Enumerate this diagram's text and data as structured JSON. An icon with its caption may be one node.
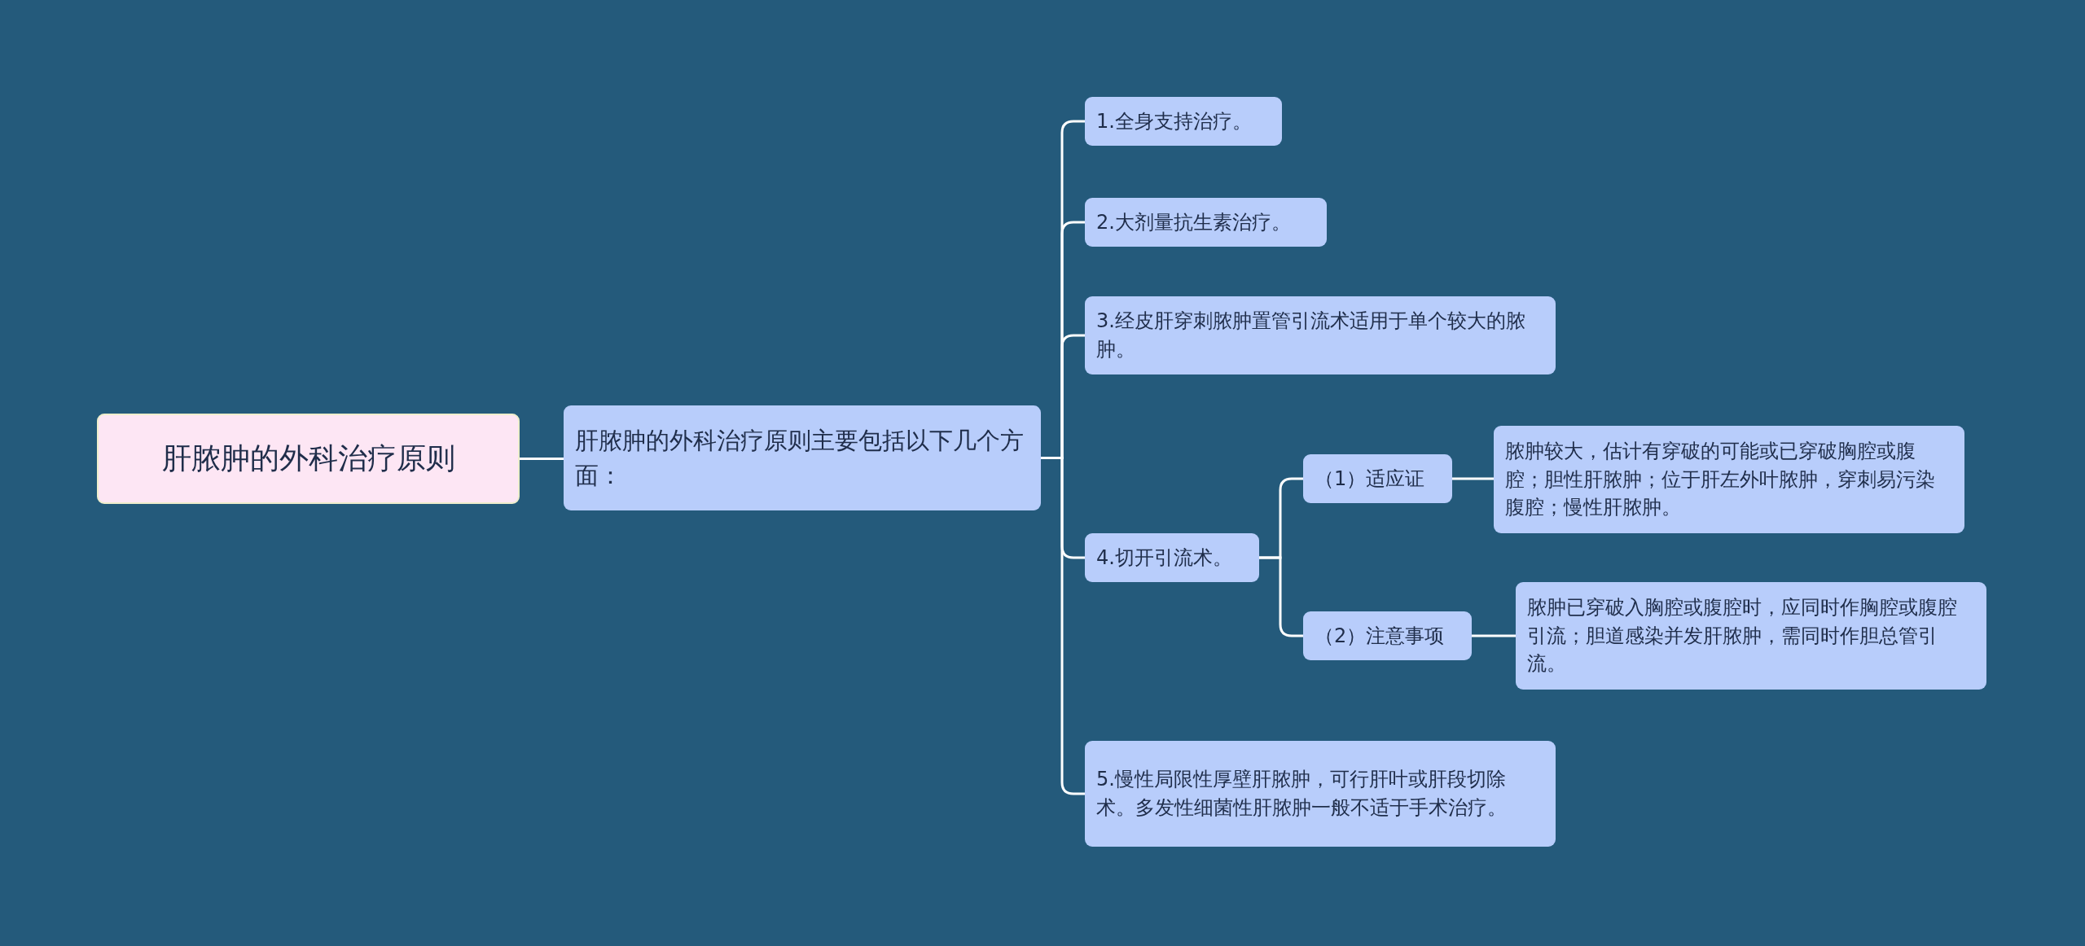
{
  "diagram": {
    "nodes": [
      {
        "text": [
          "肝脓肿的外科治疗原则"
        ]
      },
      {
        "text": [
          "肝脓肿的外科治疗原则主要包括以下几个方面："
        ]
      },
      {
        "text": [
          "1.全身支持治疗。"
        ]
      },
      {
        "text": [
          "2.大剂量抗生素治疗。"
        ]
      },
      {
        "text": [
          "3.经皮肝穿刺脓肿置管引流术适用于单个较大的脓肿。"
        ]
      },
      {
        "text": [
          "4.切开引流术。"
        ]
      },
      {
        "text": [
          "（1）适应证"
        ]
      },
      {
        "text": [
          "脓肿较大，估计有穿破的可能或已穿破胸腔或腹腔；胆性肝脓肿；位于肝左外叶脓肿，穿刺易污染腹腔；慢性肝脓肿。"
        ]
      },
      {
        "text": [
          "（2）注意事项"
        ]
      },
      {
        "text": [
          "脓肿已穿破入胸腔或腹腔时，应同时作胸腔或腹腔引流；胆道感染并发肝脓肿，需同时作胆总管引流。"
        ]
      },
      {
        "text": [
          "5.慢性局限性厚壁肝脓肿，可行肝叶或肝段切除术。多发性细菌性肝脓肿一般不适于手术治疗。"
        ]
      }
    ],
    "edges": [
      {
        "from": 0,
        "to": 1,
        "arrow": "none"
      },
      {
        "from": 1,
        "to": 2,
        "arrow": "none"
      },
      {
        "from": 1,
        "to": 3,
        "arrow": "none"
      },
      {
        "from": 1,
        "to": 4,
        "arrow": "none"
      },
      {
        "from": 1,
        "to": 5,
        "arrow": "none"
      },
      {
        "from": 1,
        "to": 10,
        "arrow": "none"
      },
      {
        "from": 5,
        "to": 6,
        "arrow": "none"
      },
      {
        "from": 5,
        "to": 8,
        "arrow": "none"
      },
      {
        "from": 6,
        "to": 7,
        "arrow": "none"
      },
      {
        "from": 8,
        "to": 9,
        "arrow": "none"
      }
    ]
  }
}
